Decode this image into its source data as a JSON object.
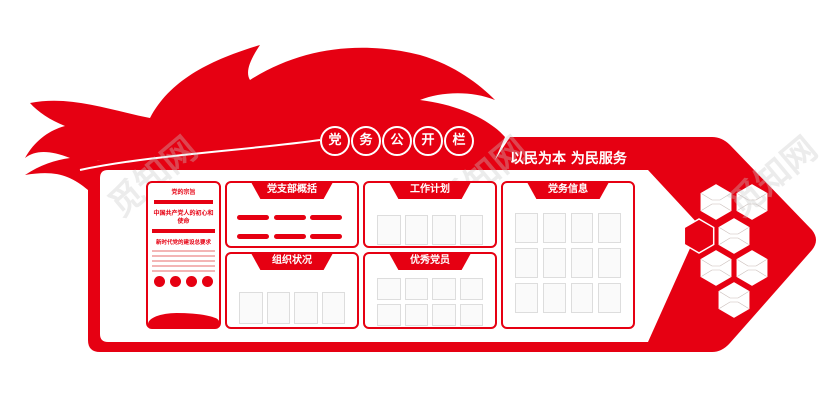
{
  "header": {
    "title_chars": [
      "党",
      "务",
      "公",
      "开",
      "栏"
    ],
    "slogan": "以民为本 为民服务"
  },
  "left_panel": {
    "heading1": "党的宗旨",
    "heading2": "中国共产党人的初心和使命",
    "heading3": "新时代党的建设总要求"
  },
  "panels": [
    {
      "title": "党支部概括"
    },
    {
      "title": "工作计划"
    },
    {
      "title": "党务信息"
    },
    {
      "title": "组织状况"
    },
    {
      "title": "优秀党员"
    }
  ],
  "watermark": "觅知网",
  "colors": {
    "primary": "#e60012",
    "background": "#ffffff"
  }
}
